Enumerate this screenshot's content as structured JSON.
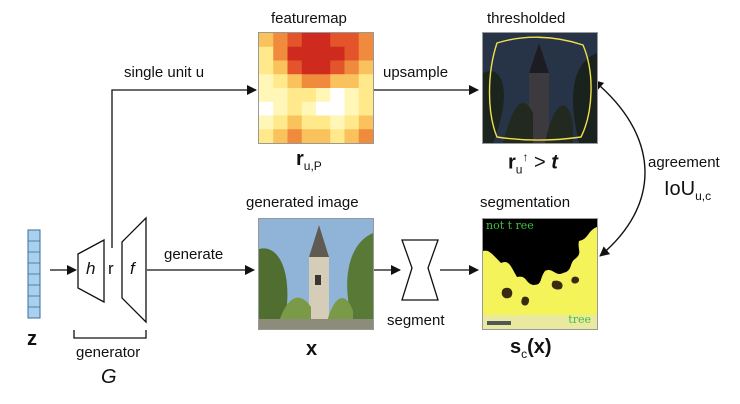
{
  "labels": {
    "featuremap": "featuremap",
    "thresholded": "thresholded",
    "single_unit": "single unit u",
    "upsample": "upsample",
    "generated_image": "generated image",
    "segmentation": "segmentation",
    "generate": "generate",
    "segment": "segment",
    "agreement": "agreement",
    "generator": "generator",
    "h": "h",
    "r": "r",
    "f": "f",
    "not_tree": "not t ree",
    "tree": "tree"
  },
  "math": {
    "r_up": "r",
    "r_up_sub": "u,P",
    "r_th": "r",
    "r_th_sub": "u",
    "r_th_sup": "↑",
    "r_th_rest": " > ",
    "t": "t",
    "iou": "IoU",
    "iou_sub": "u,c",
    "x": "x",
    "s": "s",
    "s_sub": "c",
    "s_rest": "(x)",
    "z": "z",
    "G": "G"
  },
  "colors": {
    "z_vector": "#a9d0ee",
    "feature_hot": "#d7261e",
    "feature_warm": "#f5a35b",
    "feature_cool": "#ffef9e",
    "seg_tree": "#f4f45a",
    "seg_not_tree": "#000000",
    "seg_text": "#3ec03e"
  }
}
